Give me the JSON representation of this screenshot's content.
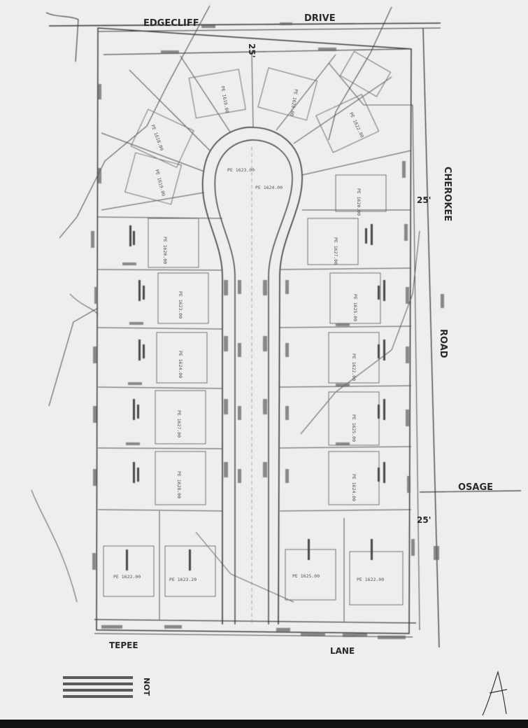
{
  "streets": {
    "edgecliff": "EDGECLIFF",
    "drive": "DRIVE",
    "cherokee": "CHEROKEE",
    "road": "ROAD",
    "osage": "OSAGE",
    "tepee": "TEPEE",
    "lane": "LANE"
  },
  "dimensions": {
    "top_setback": "25'",
    "right_setback_1": "25'",
    "right_setback_2": "25'"
  },
  "lots": [
    {
      "pe": "PE 1620.00"
    },
    {
      "pe": "PE 1623.00"
    },
    {
      "pe": "PE 1624.00"
    },
    {
      "pe": "PE 1627.00"
    },
    {
      "pe": "PE 1628.00"
    },
    {
      "pe": "PE 1622.00"
    },
    {
      "pe": "PE 1623.20"
    },
    {
      "pe": "PE 1627.00"
    },
    {
      "pe": "PE 1625.00"
    },
    {
      "pe": "PE 1622.00"
    },
    {
      "pe": "PE 1625.00"
    },
    {
      "pe": "PE 1624.00"
    },
    {
      "pe": "PE 1625.00"
    },
    {
      "pe": "PE 1622.00"
    },
    {
      "pe": "PE 1620.00"
    },
    {
      "pe": "PE 1618.00"
    },
    {
      "pe": "PE 1619.00"
    },
    {
      "pe": "PE 1618.00"
    },
    {
      "pe": "PE 1620.00"
    },
    {
      "pe": "PE 1622.00"
    },
    {
      "pe": "PE 1623.00"
    },
    {
      "pe": "PE 1624.00"
    }
  ],
  "note_text": "NOT",
  "signature": "signature"
}
